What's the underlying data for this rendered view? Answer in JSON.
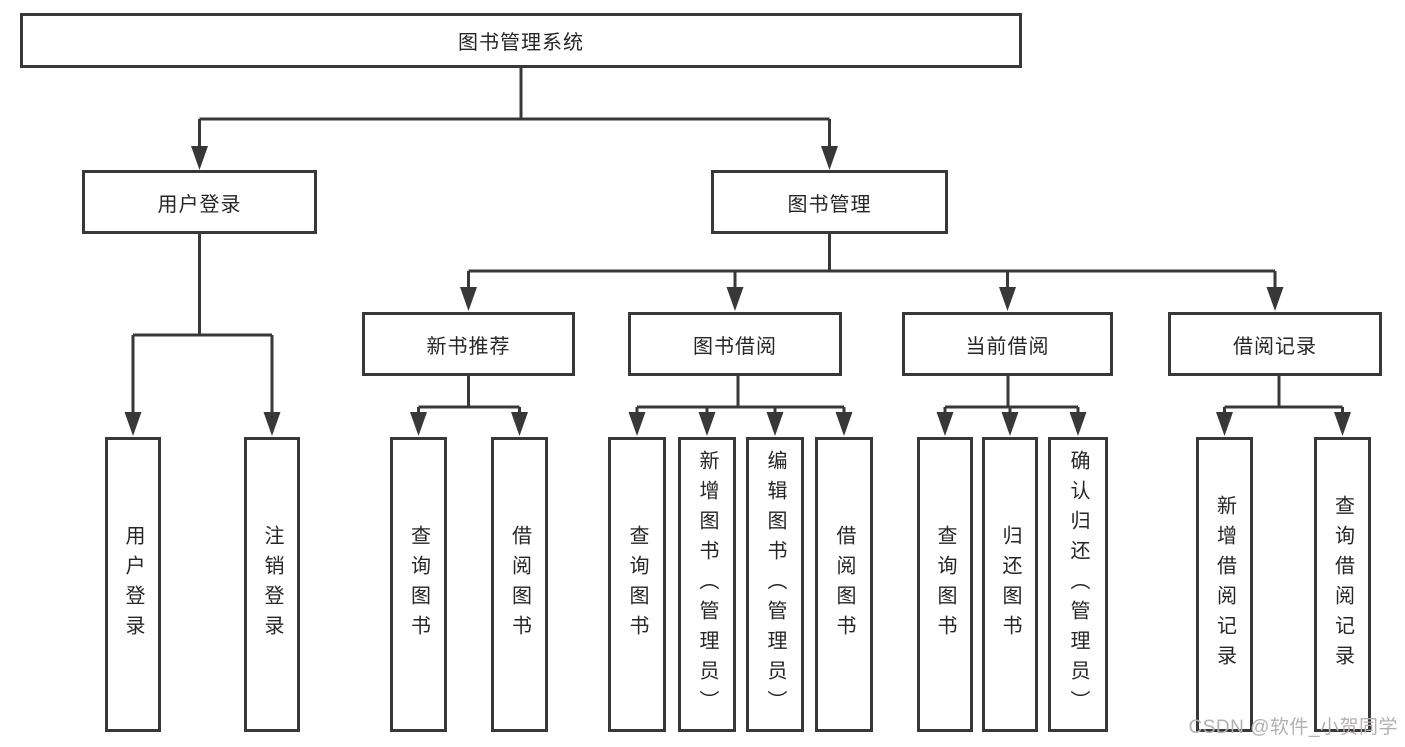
{
  "diagram": {
    "title": "图书管理系统",
    "tree": {
      "root": {
        "label": "图书管理系统",
        "children": [
          {
            "label": "用户登录",
            "children": [
              {
                "label": "用户登录"
              },
              {
                "label": "注销登录"
              }
            ]
          },
          {
            "label": "图书管理",
            "children": [
              {
                "label": "新书推荐",
                "children": [
                  {
                    "label": "查询图书"
                  },
                  {
                    "label": "借阅图书"
                  }
                ]
              },
              {
                "label": "图书借阅",
                "children": [
                  {
                    "label": "查询图书"
                  },
                  {
                    "label": "新增图书（管理员）"
                  },
                  {
                    "label": "编辑图书（管理员）"
                  },
                  {
                    "label": "借阅图书"
                  }
                ]
              },
              {
                "label": "当前借阅",
                "children": [
                  {
                    "label": "查询图书"
                  },
                  {
                    "label": "归还图书"
                  },
                  {
                    "label": "确认归还（管理员）"
                  }
                ]
              },
              {
                "label": "借阅记录",
                "children": [
                  {
                    "label": "新增借阅记录"
                  },
                  {
                    "label": "查询借阅记录"
                  }
                ]
              }
            ]
          }
        ]
      }
    },
    "colors": {
      "line": "#383838",
      "box_border": "#383838",
      "text": "#262626",
      "background": "#ffffff",
      "watermark": "#b5b0b0"
    }
  },
  "watermark": {
    "text": "CSDN @软件_小贺同学"
  }
}
